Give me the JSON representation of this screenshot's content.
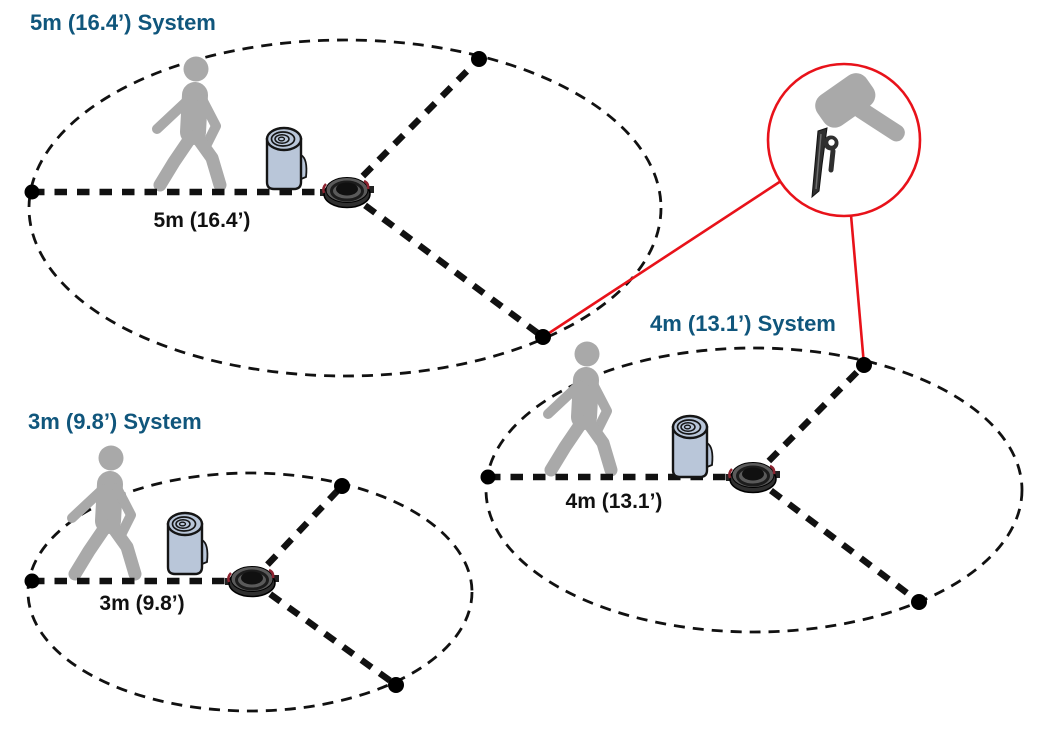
{
  "diagram": {
    "systems": [
      {
        "id": "5m",
        "title": "5m (16.4’) System",
        "radius_label": "5m (16.4’)"
      },
      {
        "id": "4m",
        "title": "4m (13.1’) System",
        "radius_label": "4m (13.1’)"
      },
      {
        "id": "3m",
        "title": "3m (9.8’) System",
        "radius_label": "3m (9.8’)"
      }
    ],
    "callout": {
      "icons": [
        "mallet-icon",
        "tent-stake-icon"
      ]
    }
  },
  "colors": {
    "label_blue": "#10567C",
    "line_red": "#E8121A",
    "figure_gray": "#A9A9A9",
    "roll_fill": "#B9C6D9",
    "ink_black": "#111111"
  }
}
